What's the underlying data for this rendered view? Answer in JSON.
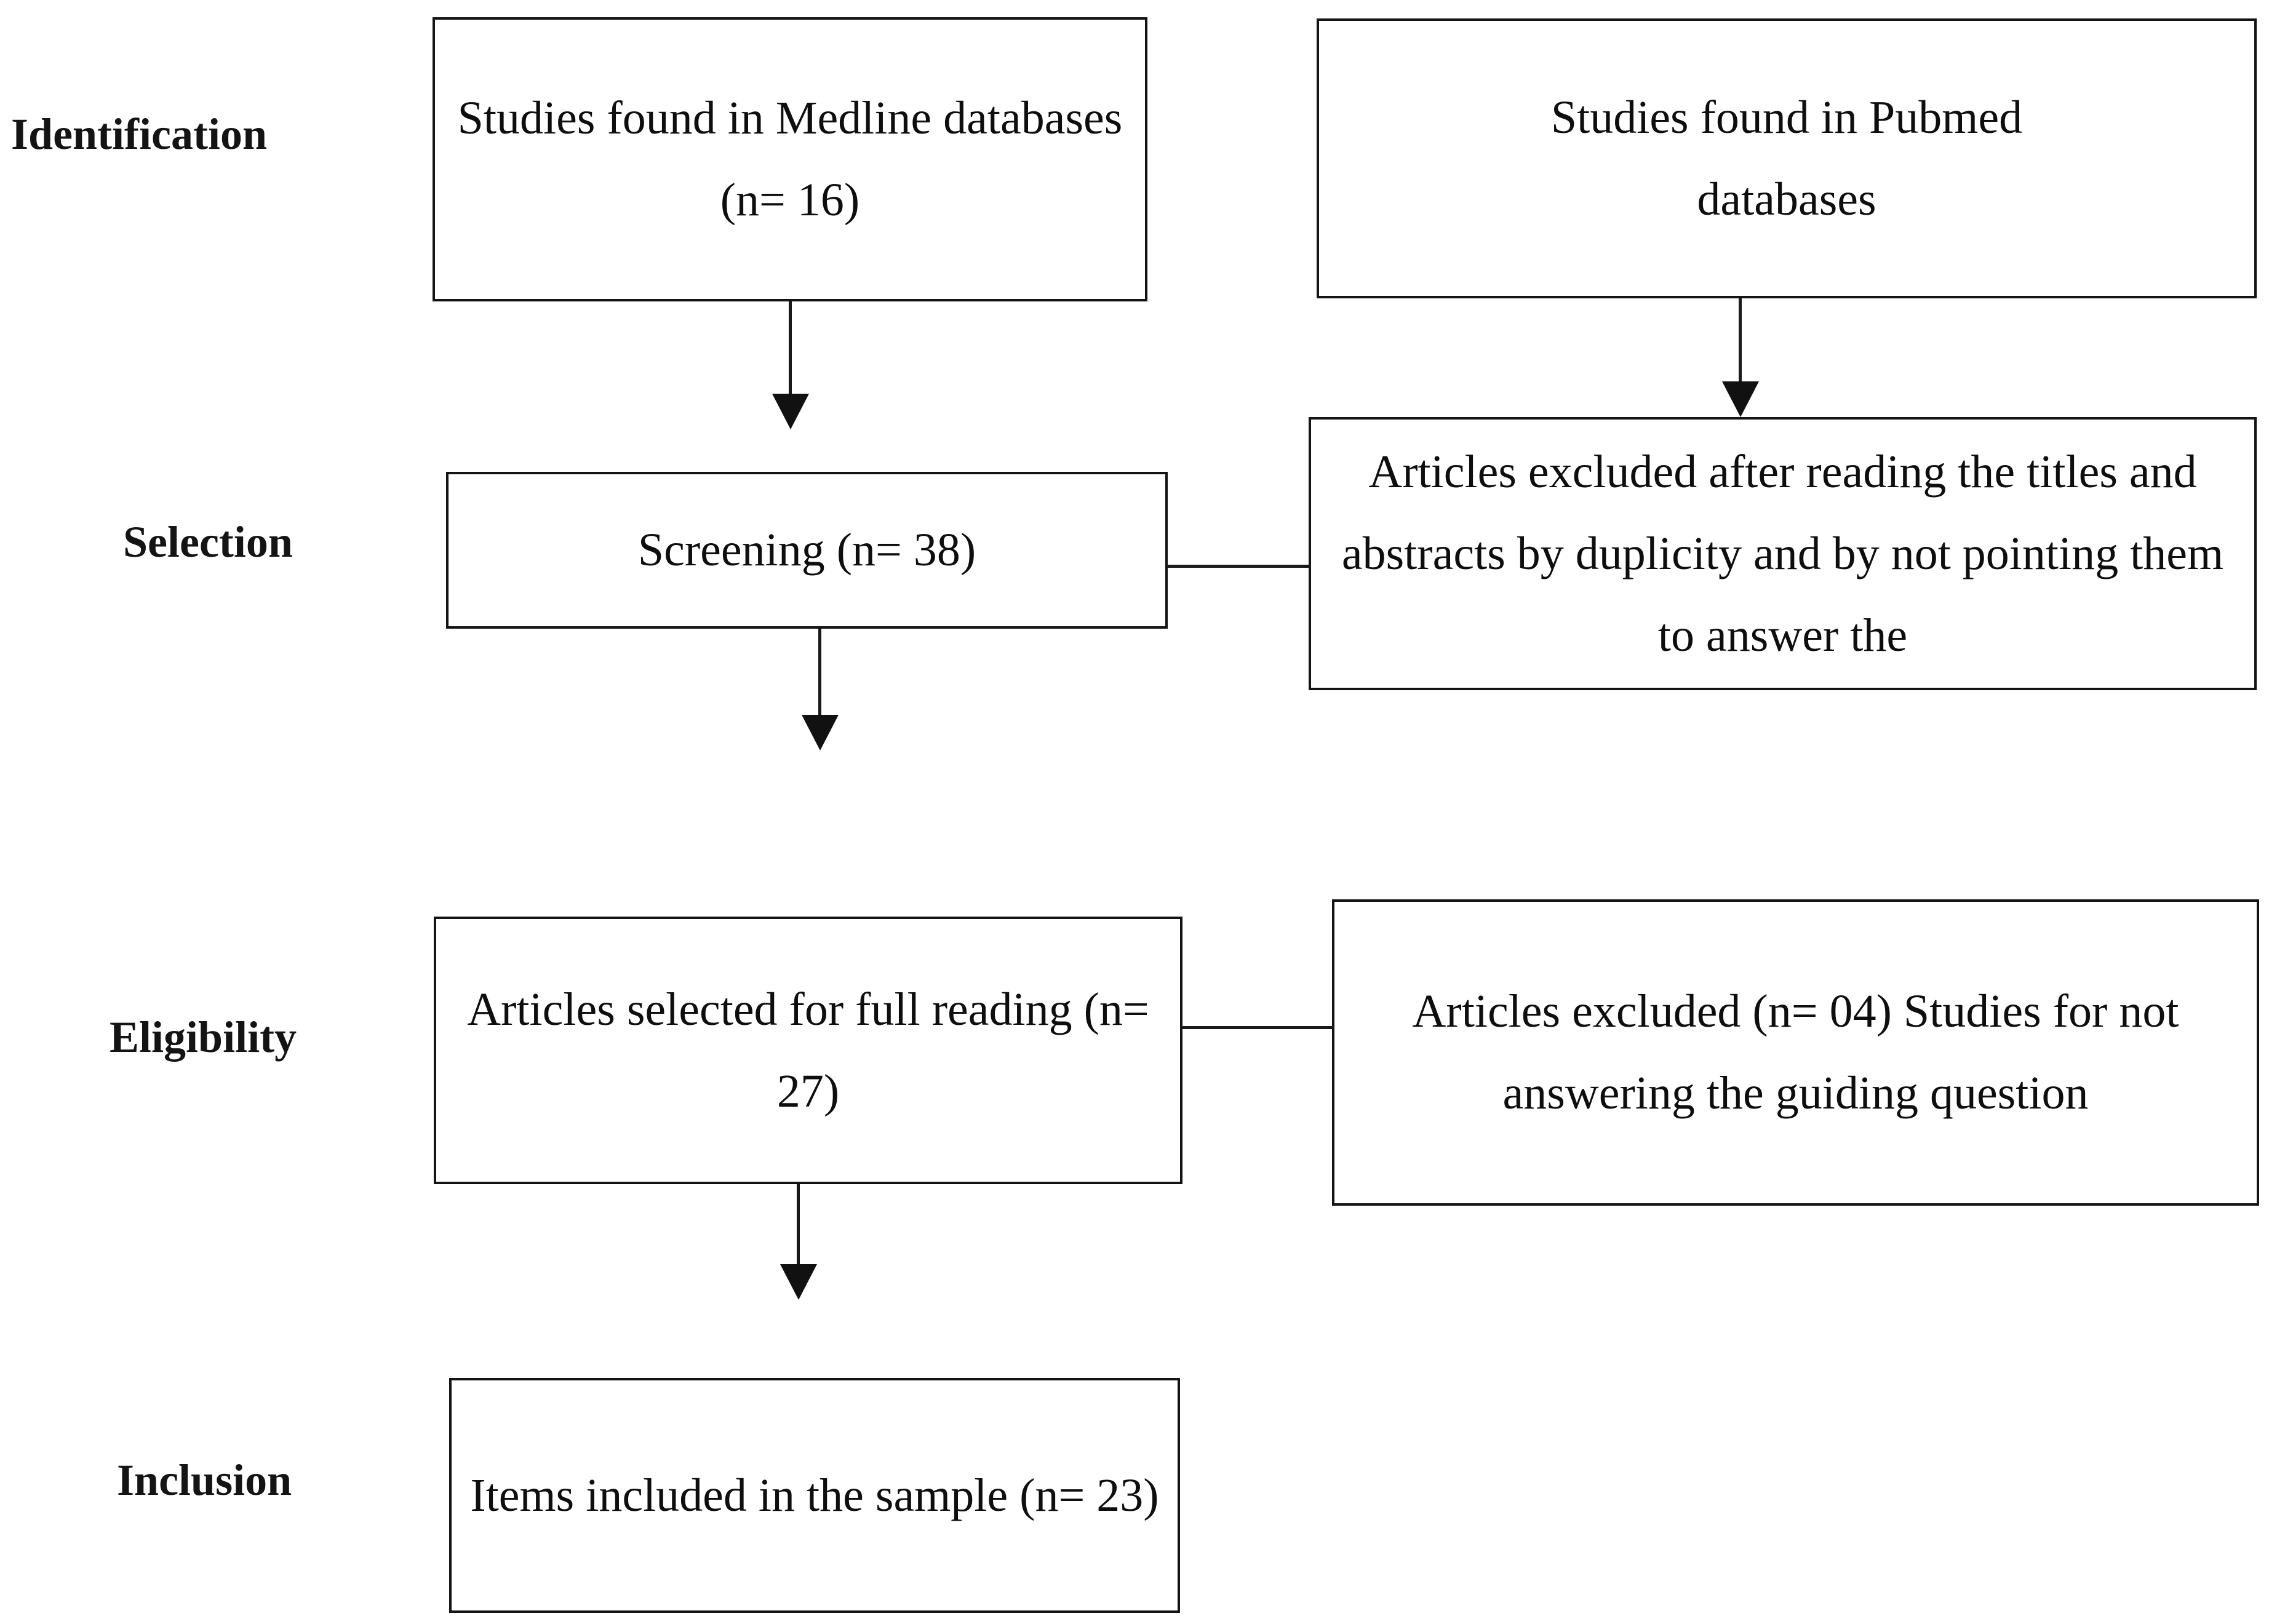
{
  "diagram": {
    "title": "PRISMA study selection flow diagram",
    "line_color": "#141414",
    "background_color": "#ffffff",
    "text_color": "#0e0e0e"
  },
  "stages": [
    {
      "id": "identification",
      "label": "Identification"
    },
    {
      "id": "selection",
      "label": "Selection"
    },
    {
      "id": "eligibility",
      "label": "Eligibility"
    },
    {
      "id": "inclusion",
      "label": "Inclusion"
    }
  ],
  "boxes": {
    "medline": {
      "id": "medline-box",
      "lines": [
        "Studies found in Medline",
        "databases (n= 16)"
      ],
      "text": "Studies found in Medline databases (n= 16)",
      "count": 16
    },
    "pubmed": {
      "id": "pubmed-box",
      "lines": [
        "Studies found in Pubmed",
        "databases"
      ],
      "text": "Studies found in Pubmed databases",
      "count": null
    },
    "screening": {
      "id": "screening-box",
      "lines": [
        "Screening (n= 38)"
      ],
      "text": "Screening (n= 38)",
      "count": 38
    },
    "excluded_screening": {
      "id": "excluded-after-reading-box",
      "lines": [
        "Articles excluded after reading the",
        "titles and abstracts by duplicity and",
        "by not pointing them to answer the"
      ],
      "text": "Articles excluded after reading the titles and abstracts by duplicity and by not pointing them to answer the",
      "count": null
    },
    "full_reading": {
      "id": "articles-selected-full-reading-box",
      "lines": [
        "Articles selected for full",
        "reading (n= 27)"
      ],
      "text": "Articles selected for full reading (n= 27)",
      "count": 27
    },
    "excluded_eligibility": {
      "id": "articles-excluded-guiding-question-box",
      "lines": [
        "Articles excluded (n= 04) Studies",
        "for not answering the guiding",
        "question"
      ],
      "text": "Articles excluded (n= 04) Studies for not answering the guiding question",
      "count": 4
    },
    "included": {
      "id": "items-included-sample-box",
      "lines": [
        "Items included in the",
        "sample (n= 23)"
      ],
      "text": "Items included in the sample (n= 23)",
      "count": 23
    }
  },
  "connectors": [
    {
      "id": "medline-to-screening",
      "type": "arrow-down"
    },
    {
      "id": "pubmed-to-excluded",
      "type": "arrow-down"
    },
    {
      "id": "screening-to-excluded",
      "type": "line-horizontal"
    },
    {
      "id": "screening-to-full-reading",
      "type": "arrow-down"
    },
    {
      "id": "full-reading-to-excluded",
      "type": "line-horizontal"
    },
    {
      "id": "full-reading-to-included",
      "type": "arrow-down"
    }
  ]
}
